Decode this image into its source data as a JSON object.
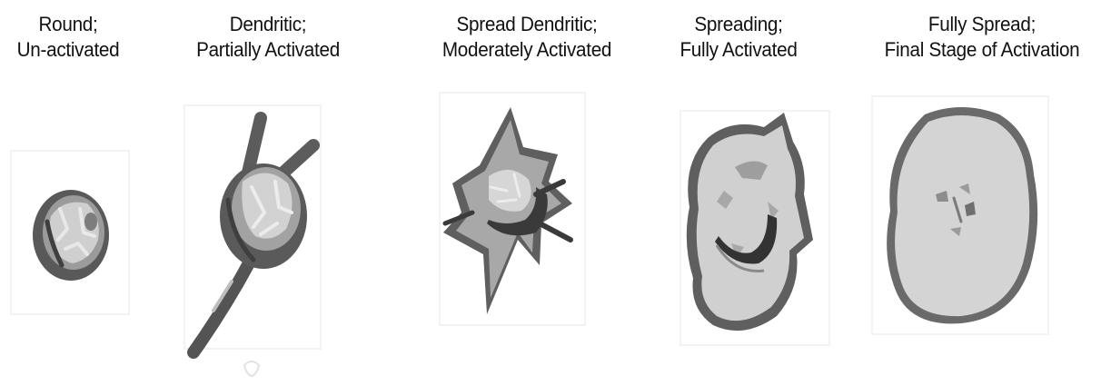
{
  "stages": [
    {
      "id": "round",
      "line1": "Round;",
      "line2": "Un-activated"
    },
    {
      "id": "dendritic",
      "line1": "Dendritic;",
      "line2": "Partially Activated"
    },
    {
      "id": "spread-dendritic",
      "line1": "Spread Dendritic;",
      "line2": "Moderately Activated"
    },
    {
      "id": "spreading",
      "line1": "Spreading;",
      "line2": "Fully  Activated"
    },
    {
      "id": "fully-spread",
      "line1": "Fully Spread;",
      "line2": "Final Stage of Activation"
    }
  ],
  "colors": {
    "cell_outline": "#5f5f5f",
    "cell_fill": "#d3d3d3",
    "cell_mid": "#9e9e9e",
    "cell_dark": "#3b3b3b",
    "cell_light": "#e4e4e4",
    "frame": "#f2f2f2"
  }
}
